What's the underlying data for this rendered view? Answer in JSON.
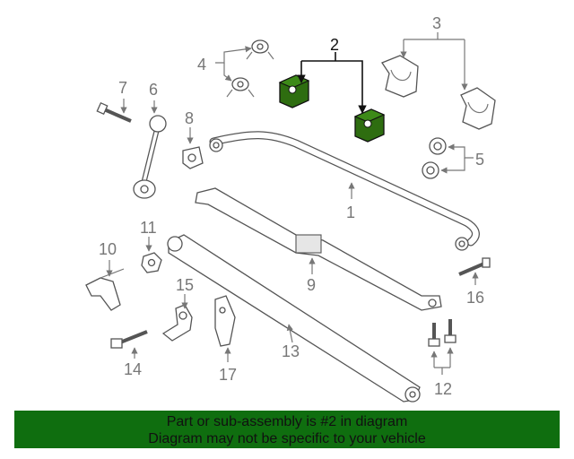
{
  "callouts": [
    "1",
    "2",
    "3",
    "4",
    "5",
    "6",
    "7",
    "8",
    "9",
    "10",
    "11",
    "12",
    "13",
    "14",
    "15",
    "16",
    "17"
  ],
  "highlighted_callout": "2",
  "colors": {
    "highlight": "#2e6d10",
    "banner": "#0f6e0f",
    "callout_text": "#777777"
  },
  "footer": {
    "line1": "Part or sub-assembly is #2 in diagram",
    "line2": "Diagram may not be specific to your vehicle"
  }
}
